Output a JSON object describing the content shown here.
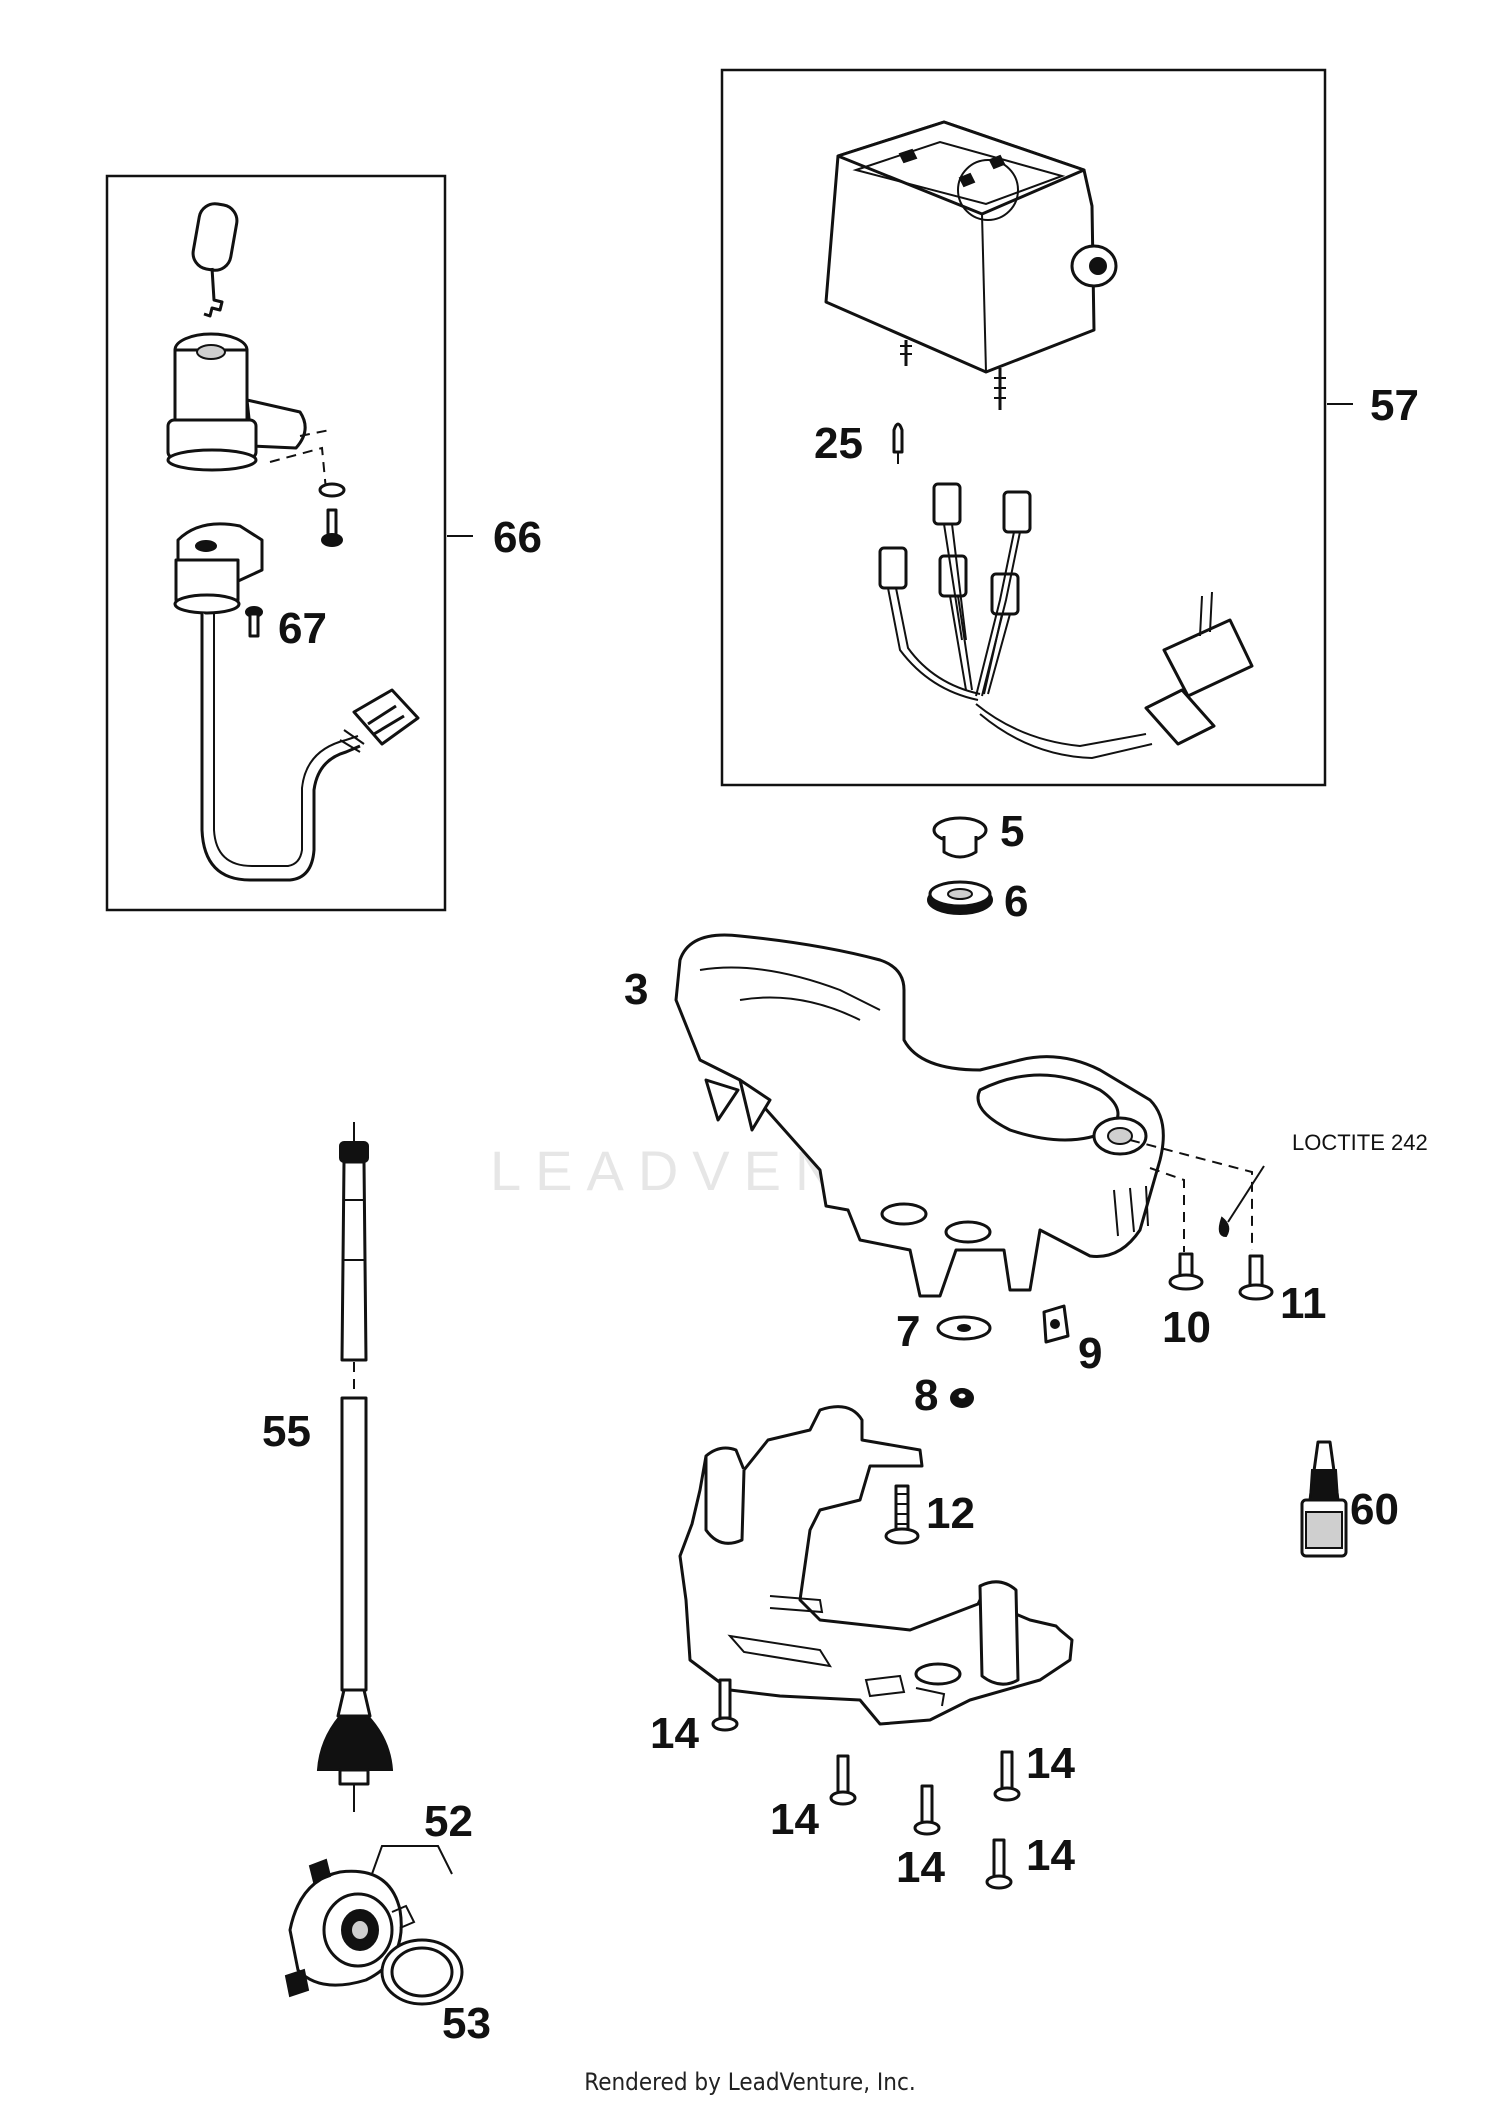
{
  "diagram": {
    "watermark": "LEADVENTURE",
    "note": "LOCTITE 242",
    "footer": "Rendered by LeadVenture, Inc.",
    "callouts": {
      "c3": "3",
      "c5": "5",
      "c6": "6",
      "c7": "7",
      "c8": "8",
      "c9": "9",
      "c10": "10",
      "c11": "11",
      "c12": "12",
      "c14a": "14",
      "c14b": "14",
      "c14c": "14",
      "c14d": "14",
      "c14e": "14",
      "c25": "25",
      "c52": "52",
      "c53": "53",
      "c55": "55",
      "c57": "57",
      "c60": "60",
      "c66": "66",
      "c67": "67"
    }
  }
}
